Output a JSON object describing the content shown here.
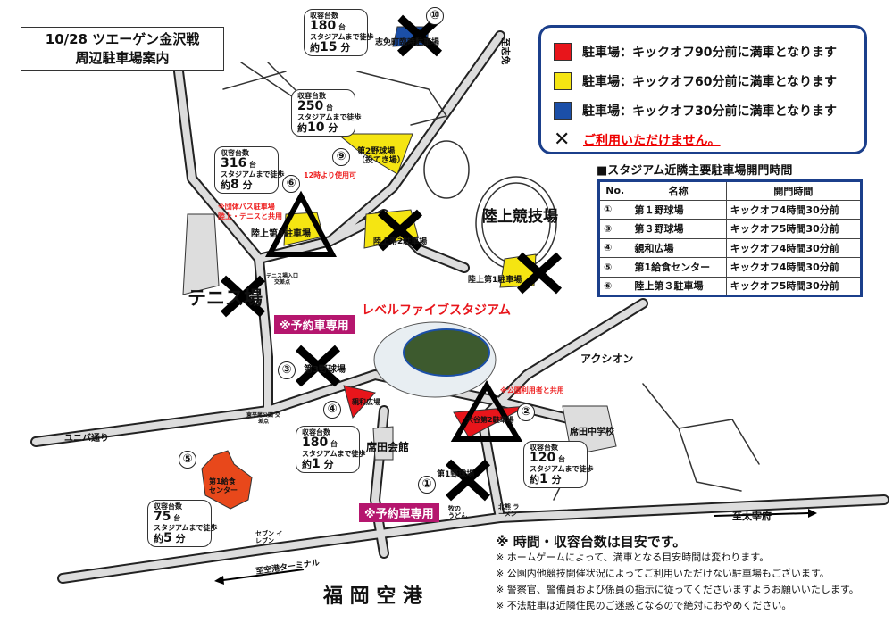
{
  "title": {
    "line1": "10/28 ツエーゲン金沢戦",
    "line2": "周辺駐車場案内"
  },
  "legend": {
    "items": [
      {
        "color": "#e8151b",
        "label": "駐車場：キックオフ90分前に満車となります"
      },
      {
        "color": "#f5e512",
        "label": "駐車場：キックオフ60分前に満車となります"
      },
      {
        "color": "#1b4fa8",
        "label": "駐車場：キックオフ30分前に満車となります"
      }
    ],
    "unavailable_mark": "✕",
    "unavailable_label": "ご利用いただけません。"
  },
  "gate_table": {
    "title": "■スタジアム近隣主要駐車場開門時間",
    "headers": [
      "No.",
      "名称",
      "開門時間"
    ],
    "rows": [
      [
        "①",
        "第１野球場",
        "キックオフ4時間30分前"
      ],
      [
        "③",
        "第３野球場",
        "キックオフ5時間30分前"
      ],
      [
        "④",
        "親和広場",
        "キックオフ4時間30分前"
      ],
      [
        "⑤",
        "第1給食センター",
        "キックオフ4時間30分前"
      ],
      [
        "⑥",
        "陸上第３駐車場",
        "キックオフ5時間30分前"
      ]
    ]
  },
  "callout_labels": {
    "capacity": "収容台数",
    "walk": "スタジアムまで徒歩",
    "unit": "台",
    "about": "約",
    "min": "分"
  },
  "callouts": {
    "p10": {
      "capacity": "180",
      "minutes": "15"
    },
    "p9": {
      "capacity": "250",
      "minutes": "10"
    },
    "p6": {
      "capacity": "316",
      "minutes": "8"
    },
    "p4": {
      "capacity": "180",
      "minutes": "1"
    },
    "p2": {
      "capacity": "120",
      "minutes": "1"
    },
    "p5": {
      "capacity": "75",
      "minutes": "5"
    }
  },
  "numbers": {
    "n1": "①",
    "n2": "②",
    "n3": "③",
    "n4": "④",
    "n5": "⑤",
    "n6": "⑥",
    "n9": "⑨",
    "n10": "⑩"
  },
  "lots": {
    "shime": "志免町臨時駐車場",
    "baseball2_a": "第2野球場",
    "baseball2_b": "（投てき場）",
    "riku3": "陸上第3駐車場",
    "riku2": "陸上第2駐車場",
    "riku1": "陸上第1駐車場",
    "baseball3": "第3野球場",
    "shinwa": "親和広場",
    "otani2": "大谷第2駐車場",
    "baseball1": "第1野球場",
    "kyushoku_a": "第1給食",
    "kyushoku_b": "センター"
  },
  "notes_map": {
    "from12": "12時より使用可",
    "bus1": "※団体バス駐車場",
    "bus2": "陸上・テニスと共用",
    "park_shared": "※公園利用者と共用",
    "reserved": "※予約車専用"
  },
  "places": {
    "stadium": "レベルファイブスタジアム",
    "track": "陸上競技場",
    "tennis": "テニス場",
    "tennis_entrance": "テニス場入口 交差点",
    "higashi": "東平尾公園 交差点",
    "kaikan": "席田会館",
    "junior_high": "席田中学校",
    "axion": "アクシオン",
    "univa": "ユニバ通り",
    "seven": "セブン イレブン",
    "udon": "牧の うどん",
    "ramen": "北熊 ラーメン",
    "to_shime": "至志免",
    "to_dazaifu": "至太宰府",
    "to_terminal": "至空港ターミナル",
    "airport": "福 岡 空 港"
  },
  "notes": [
    "※ 時間・収容台数は目安です。",
    "※ ホームゲームによって、満車となる目安時間は変わります。",
    "※ 公園内他競技開催状況によってご利用いただけない駐車場もございます。",
    "※ 警察官、警備員および係員の指示に従ってくださいますようお願いいたします。",
    "※ 不法駐車は近隣住民のご迷惑となるので絶対におやめください。"
  ]
}
